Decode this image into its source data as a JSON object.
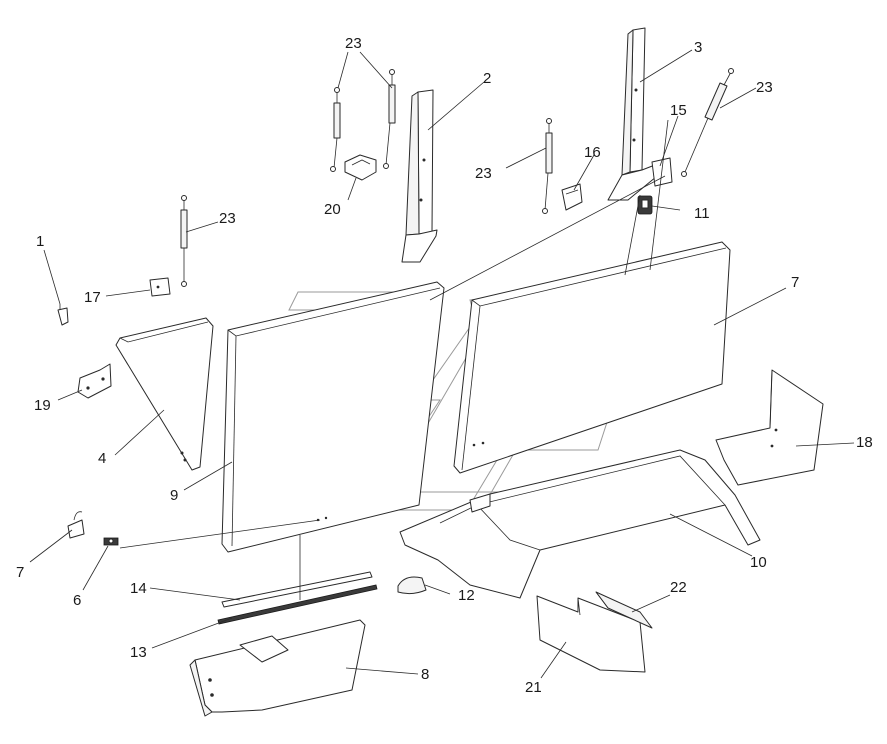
{
  "diagram": {
    "callouts": [
      {
        "id": "c1",
        "label": "1"
      },
      {
        "id": "c2",
        "label": "2"
      },
      {
        "id": "c3",
        "label": "3"
      },
      {
        "id": "c4",
        "label": "4"
      },
      {
        "id": "c6",
        "label": "6"
      },
      {
        "id": "c7a",
        "label": "7"
      },
      {
        "id": "c7b",
        "label": "7"
      },
      {
        "id": "c8",
        "label": "8"
      },
      {
        "id": "c9",
        "label": "9"
      },
      {
        "id": "c10",
        "label": "10"
      },
      {
        "id": "c11",
        "label": "11"
      },
      {
        "id": "c12",
        "label": "12"
      },
      {
        "id": "c13",
        "label": "13"
      },
      {
        "id": "c14",
        "label": "14"
      },
      {
        "id": "c15",
        "label": "15"
      },
      {
        "id": "c16",
        "label": "16"
      },
      {
        "id": "c17",
        "label": "17"
      },
      {
        "id": "c18",
        "label": "18"
      },
      {
        "id": "c19",
        "label": "19"
      },
      {
        "id": "c20",
        "label": "20"
      },
      {
        "id": "c21",
        "label": "21"
      },
      {
        "id": "c22",
        "label": "22"
      },
      {
        "id": "c23a",
        "label": "23"
      },
      {
        "id": "c23b",
        "label": "23"
      },
      {
        "id": "c23c",
        "label": "23"
      },
      {
        "id": "c23d",
        "label": "23"
      }
    ]
  }
}
